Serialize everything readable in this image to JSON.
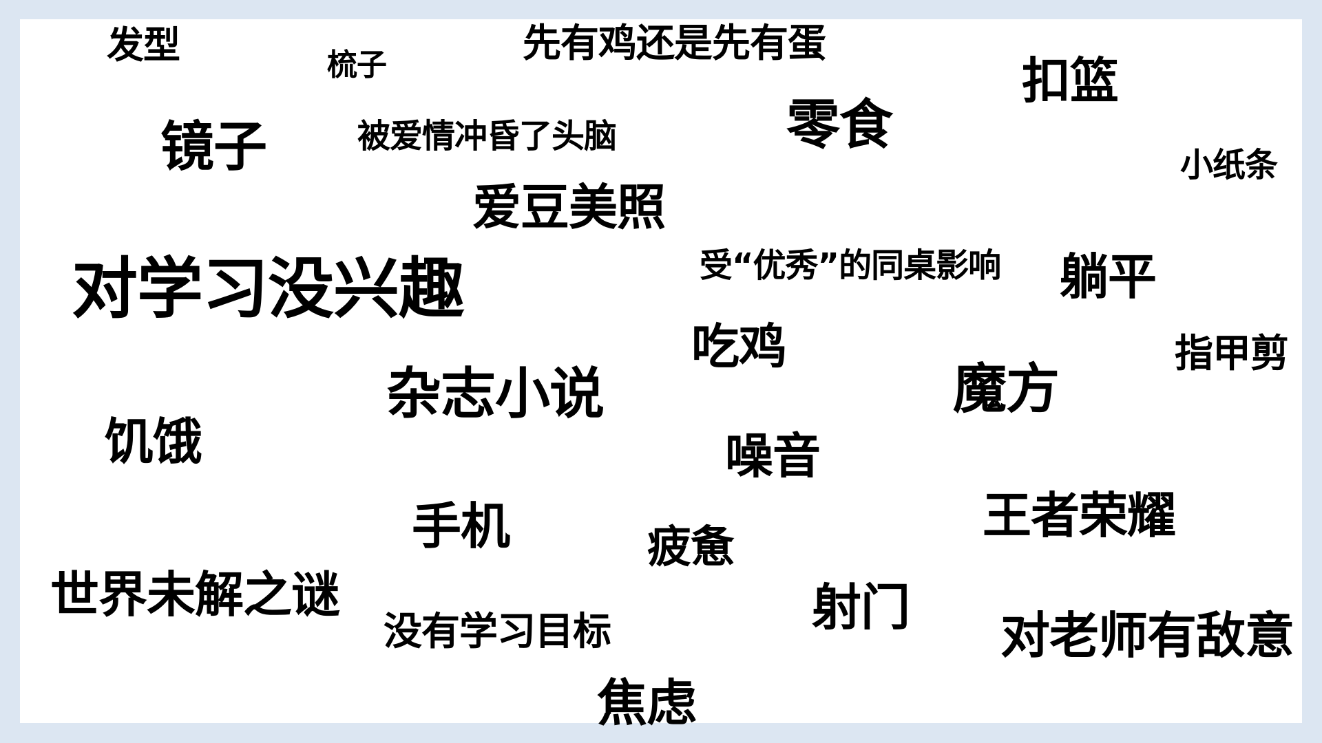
{
  "words": [
    "发型",
    "梳子",
    "先有鸡还是先有蛋",
    "扣篮",
    "镜子",
    "被爱情冲昏了头脑",
    "零食",
    "小纸条",
    "爱豆美照",
    "对学习没兴趣",
    "受“优秀”的同桌影响",
    "躺平",
    "吃鸡",
    "指甲剪",
    "杂志小说",
    "魔方",
    "饥饿",
    "噪音",
    "手机",
    "王者荣耀",
    "疲惫",
    "世界未解之谜",
    "射门",
    "没有学习目标",
    "对老师有敌意",
    "焦虑"
  ]
}
